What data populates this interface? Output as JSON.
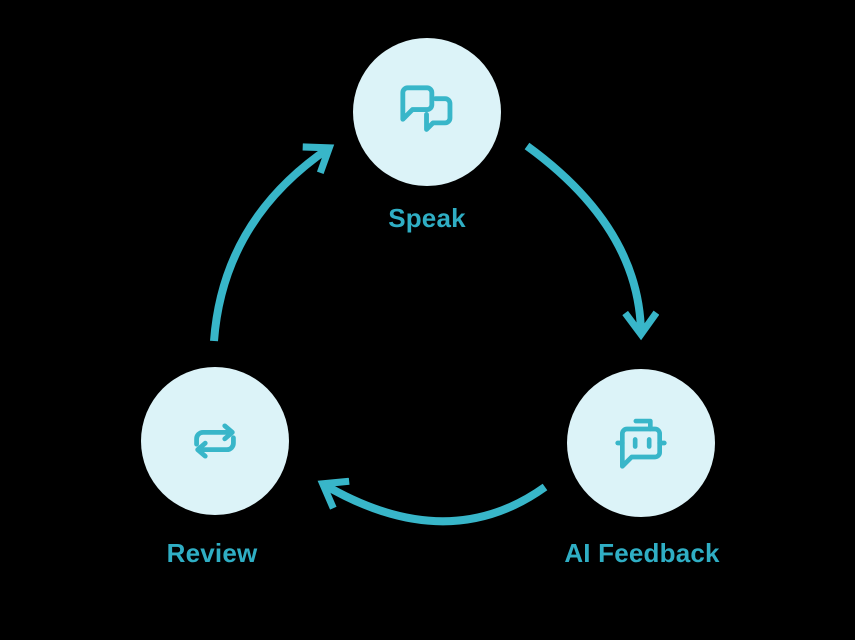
{
  "diagram": {
    "type": "cycle",
    "background_color": "#000000",
    "accent_color": "#38B6C9",
    "node_fill_color": "#DCF3F8",
    "label_color": "#2FAEC4",
    "nodes": [
      {
        "id": "speak",
        "label": "Speak",
        "icon": "chat-bubbles-icon"
      },
      {
        "id": "ai-feedback",
        "label": "AI Feedback",
        "icon": "robot-icon"
      },
      {
        "id": "review",
        "label": "Review",
        "icon": "repeat-arrows-icon"
      }
    ],
    "edges": [
      {
        "from": "speak",
        "to": "ai-feedback"
      },
      {
        "from": "ai-feedback",
        "to": "review"
      },
      {
        "from": "review",
        "to": "speak"
      }
    ]
  }
}
